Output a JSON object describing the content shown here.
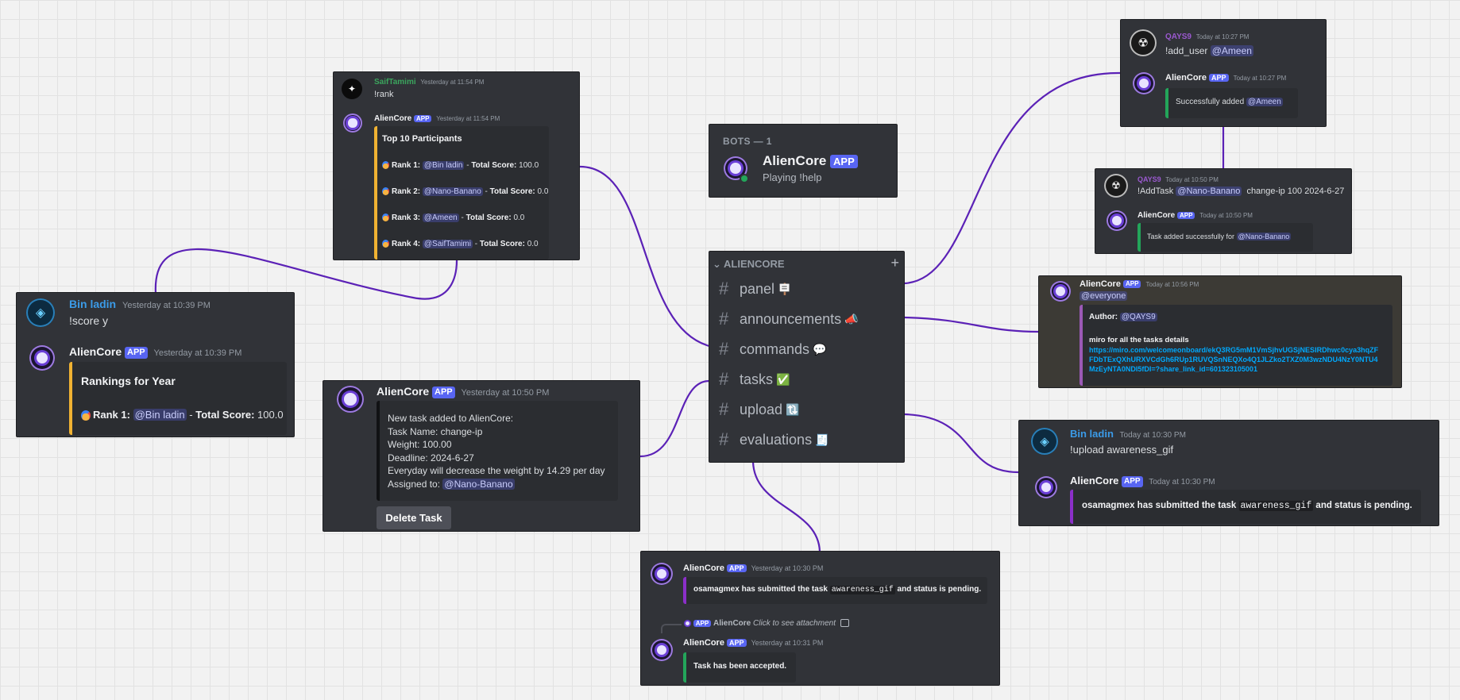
{
  "bots_card": {
    "header": "BOTS — 1",
    "name": "AlienCore",
    "app_badge": "APP",
    "status": "Playing !help"
  },
  "channels_card": {
    "category": "ALIENCORE",
    "add_symbol": "+",
    "channels": [
      {
        "name": "panel",
        "emoji": "🪧"
      },
      {
        "name": "announcements",
        "emoji": "📣"
      },
      {
        "name": "commands",
        "emoji": "💬"
      },
      {
        "name": "tasks",
        "emoji": "✅"
      },
      {
        "name": "upload",
        "emoji": "🔃"
      },
      {
        "name": "evaluations",
        "emoji": "🧾"
      }
    ]
  },
  "rank_card": {
    "user": {
      "name": "SaifTamimi",
      "time": "Yesterday at 11:54 PM",
      "text": "!rank"
    },
    "bot": {
      "name": "AlienCore",
      "badge": "APP",
      "time": "Yesterday at 11:54 PM"
    },
    "embed_title": "Top 10 Participants",
    "ranks": [
      {
        "label": "Rank 1:",
        "mention": "@Bin ladin",
        "score_label": "Total Score:",
        "score": "100.0"
      },
      {
        "label": "Rank 2:",
        "mention": "@Nano-Banano",
        "score_label": "Total Score:",
        "score": "0.0"
      },
      {
        "label": "Rank 3:",
        "mention": "@Ameen",
        "score_label": "Total Score:",
        "score": "0.0"
      },
      {
        "label": "Rank 4:",
        "mention": "@SaifTamimi",
        "score_label": "Total Score:",
        "score": "0.0"
      }
    ]
  },
  "score_card": {
    "user": {
      "name": "Bin ladin",
      "time": "Yesterday at 10:39 PM",
      "text": "!score y"
    },
    "bot": {
      "name": "AlienCore",
      "badge": "APP",
      "time": "Yesterday at 10:39 PM"
    },
    "embed_title": "Rankings for Year",
    "rank": {
      "label": "Rank 1:",
      "mention": "@Bin ladin",
      "score_label": "Total Score:",
      "score": "100.0"
    }
  },
  "task_card": {
    "bot": {
      "name": "AlienCore",
      "badge": "APP",
      "time": "Yesterday at 10:50 PM"
    },
    "lines": [
      "New task added to AlienCore:",
      "Task Name: change-ip",
      "Weight: 100.00",
      "Deadline: 2024-6-27",
      "Everyday will decrease the weight by 14.29 per day"
    ],
    "assigned_label": "Assigned to:",
    "assigned_mention": "@Nano-Banano",
    "button": "Delete Task"
  },
  "eval_card": {
    "bot1": {
      "name": "AlienCore",
      "badge": "APP",
      "time": "Yesterday at 10:30 PM"
    },
    "msg1_pre": "osamagmex has submitted the task",
    "msg1_code": "awareness_gif",
    "msg1_post": "and status is pending.",
    "reply": {
      "badge": "APP",
      "name": "AlienCore",
      "text": "Click to see attachment"
    },
    "bot2": {
      "name": "AlienCore",
      "badge": "APP",
      "time": "Yesterday at 10:31 PM"
    },
    "msg2": "Task has been accepted."
  },
  "adduser_card": {
    "user": {
      "name": "QAYS9",
      "time": "Today at 10:27 PM",
      "text": "!add_user",
      "mention": "@Ameen"
    },
    "bot": {
      "name": "AlienCore",
      "badge": "APP",
      "time": "Today at 10:27 PM"
    },
    "embed_text": "Successfully added",
    "embed_mention": "@Ameen"
  },
  "addtask_card": {
    "user": {
      "name": "QAYS9",
      "time": "Today at 10:50 PM",
      "text": "!AddTask",
      "mention": "@Nano-Banano",
      "tail": "change-ip 100 2024-6-27"
    },
    "bot": {
      "name": "AlienCore",
      "badge": "APP",
      "time": "Today at 10:50 PM"
    },
    "embed_text": "Task added successfully for",
    "embed_mention": "@Nano-Banano"
  },
  "announce_card": {
    "bot": {
      "name": "AlienCore",
      "badge": "APP",
      "time": "Today at 10:56 PM"
    },
    "everyone": "@everyone",
    "author_label": "Author:",
    "author_mention": "@QAYS9",
    "heading": "miro for all the tasks details",
    "link": "https://miro.com/welcomeonboard/ekQ3RG5mM1VmSjhvUGSjNESIRDhwc0cya3hqZFFDbTExQXhURXVCdGh6RUp1RUVQSnNEQXo4Q1JLZko2TXZ0M3wzNDU4NzY0NTU4MzEyNTA0NDI5fDI=?share_link_id=601323105001"
  },
  "upload_card": {
    "user": {
      "name": "Bin ladin",
      "time": "Today at 10:30 PM",
      "text": "!upload awareness_gif"
    },
    "bot": {
      "name": "AlienCore",
      "badge": "APP",
      "time": "Today at 10:30 PM"
    },
    "msg_pre": "osamagmex has submitted the task",
    "msg_code": "awareness_gif",
    "msg_post": "and status is pending."
  }
}
